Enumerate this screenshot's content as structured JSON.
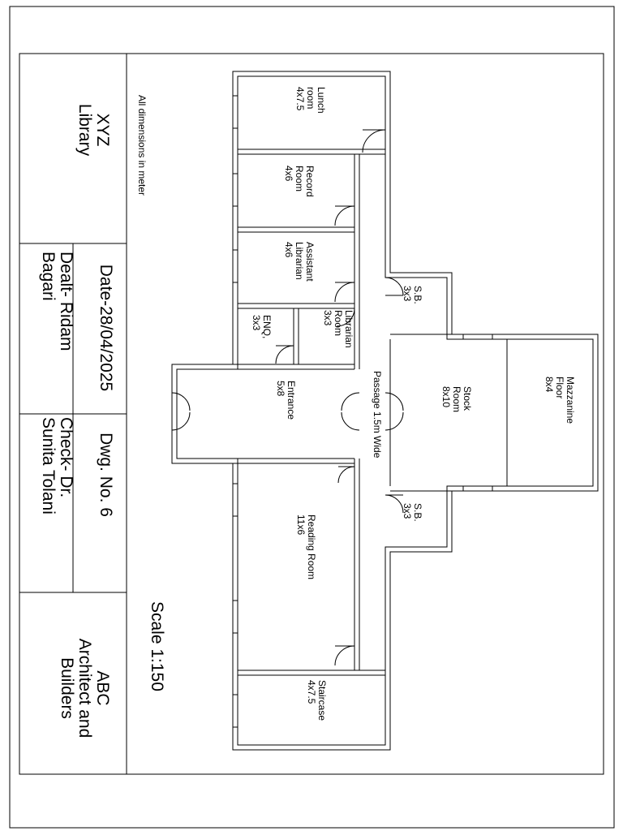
{
  "title_block": {
    "project_line1": "XYZ",
    "project_line2": "Library",
    "date": "Date-28/04/2025",
    "dealt_line1": "Dealt- Ridam",
    "dealt_line2": "Bagari",
    "drawing_number": "Dwg. No. 6",
    "check_line1": "Check- Dr.",
    "check_line2": "Sunita Tolani",
    "firm_line1": "ABC",
    "firm_line2": "Architect and",
    "firm_line3": "Builders"
  },
  "notes": {
    "dimensions_note": "All dimensions in meter",
    "scale": "Scale 1:150"
  },
  "passage": {
    "label": "Passage 1.5m Wide"
  },
  "rooms": {
    "lunch": {
      "l1": "Lunch",
      "l2": "room",
      "l3": "4x7.5"
    },
    "record": {
      "l1": "Record",
      "l2": "Room",
      "l3": "4x6"
    },
    "assistant": {
      "l1": "Assistant",
      "l2": "Librarian",
      "l3": "4x6"
    },
    "librarian": {
      "l1": "Librarian",
      "l2": "Room",
      "l3": "3x3"
    },
    "enquiry": {
      "l1": "ENQ,",
      "l2": "3x3"
    },
    "entrance": {
      "l1": "Entrance",
      "l2": "5x8"
    },
    "reading": {
      "l1": "Reading Room",
      "l2": "11x6"
    },
    "staircase": {
      "l1": "Staircase",
      "l2": "4x7.5"
    },
    "sb_top": {
      "l1": "S.B.",
      "l2": "3x3"
    },
    "sb_bottom": {
      "l1": "S.B.",
      "l2": "3x3"
    },
    "stock": {
      "l1": "Stock",
      "l2": "Room",
      "l3": "8x10"
    },
    "mezzanine": {
      "l1": "Mazzanine",
      "l2": "Floor",
      "l3": "8x4"
    }
  }
}
